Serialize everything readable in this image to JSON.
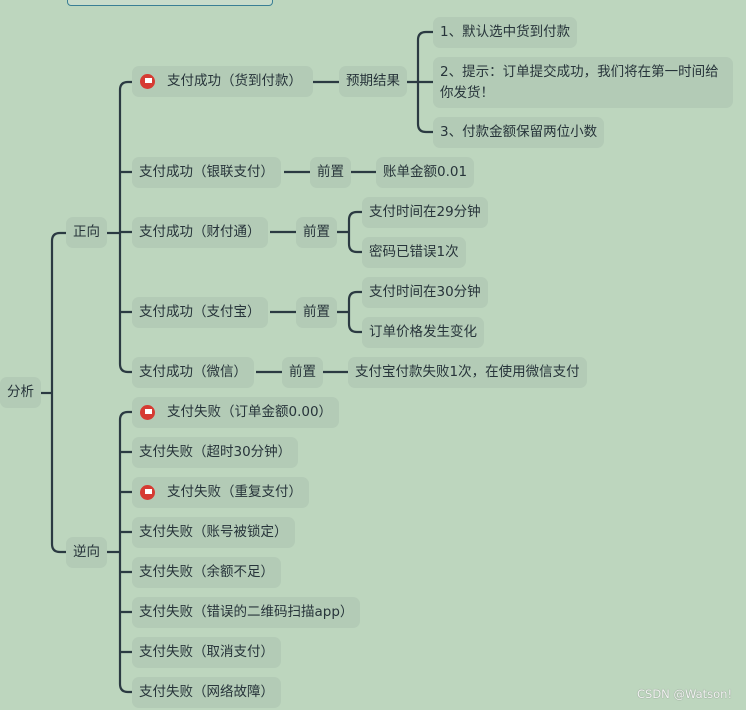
{
  "root": "分析",
  "forward": {
    "label": "正向",
    "cases": [
      {
        "label": "支付成功（货到付款）",
        "flag": true,
        "sub": "预期结果",
        "items": [
          "1、默认选中货到付款",
          "2、提示：订单提交成功，我们将在第一时间给你发货！",
          "3、付款金额保留两位小数"
        ]
      },
      {
        "label": "支付成功（银联支付）",
        "sub": "前置",
        "items": [
          "账单金额0.01"
        ]
      },
      {
        "label": "支付成功（财付通）",
        "sub": "前置",
        "items": [
          "支付时间在29分钟",
          "密码已错误1次"
        ]
      },
      {
        "label": "支付成功（支付宝）",
        "sub": "前置",
        "items": [
          "支付时间在30分钟",
          "订单价格发生变化"
        ]
      },
      {
        "label": "支付成功（微信）",
        "sub": "前置",
        "items": [
          "支付宝付款失败1次，在使用微信支付"
        ]
      }
    ]
  },
  "reverse": {
    "label": "逆向",
    "cases": [
      {
        "label": "支付失败（订单金额0.00）",
        "flag": true
      },
      {
        "label": "支付失败（超时30分钟）"
      },
      {
        "label": "支付失败（重复支付）",
        "flag": true
      },
      {
        "label": "支付失败（账号被锁定）"
      },
      {
        "label": "支付失败（余额不足）"
      },
      {
        "label": "支付失败（错误的二维码扫描app）"
      },
      {
        "label": "支付失败（取消支付）"
      },
      {
        "label": "支付失败（网络故障）"
      }
    ]
  },
  "flag_icon": "red-flag-icon",
  "watermark": "CSDN @Watson!",
  "colors": {
    "background": "#bdd6be",
    "node": "#b3cbb6",
    "line": "#2b3a42",
    "flag": "#d63b33"
  }
}
